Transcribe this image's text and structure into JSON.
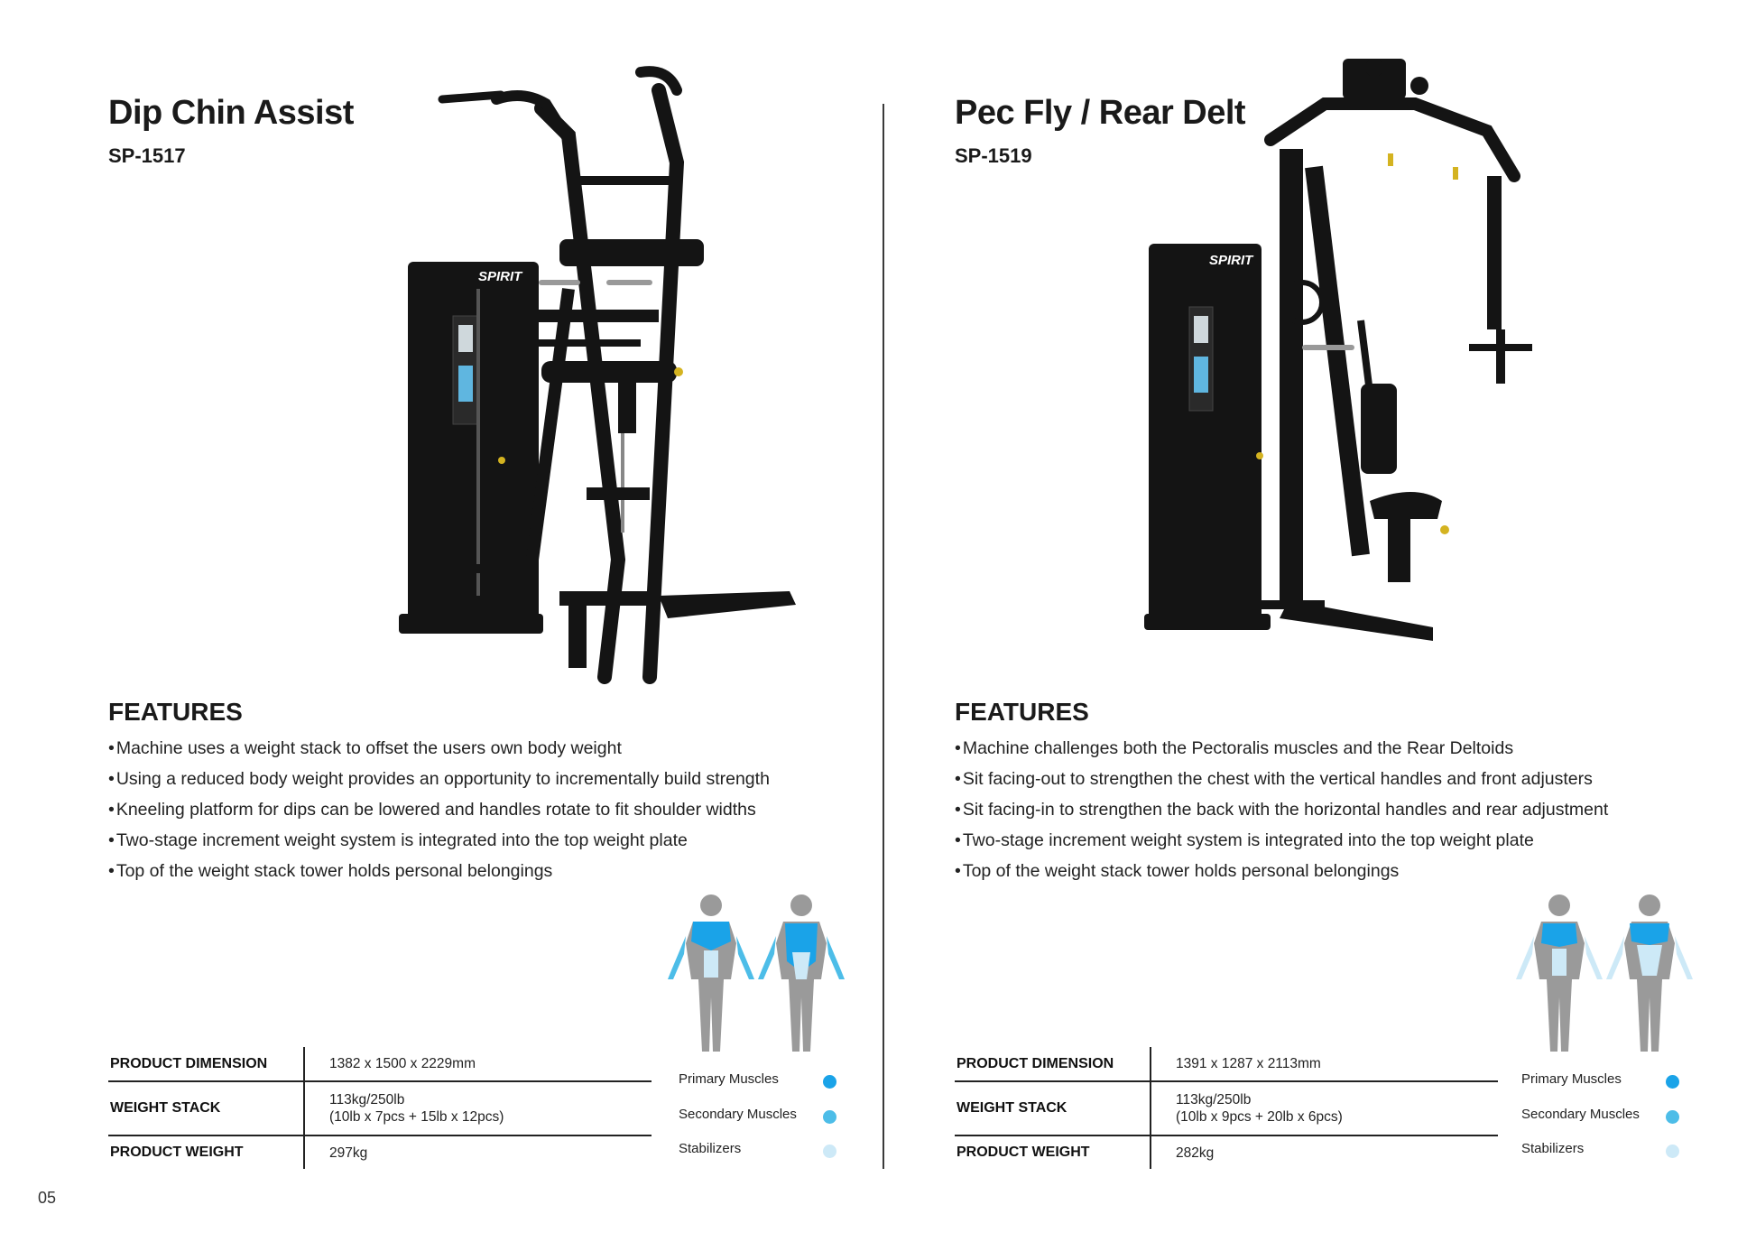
{
  "page_number": "05",
  "colors": {
    "primary": "#1aa3e8",
    "secondary": "#4dbde8",
    "stabilizers": "#cde9f7",
    "machine": "#141414",
    "accent": "#d4b320"
  },
  "products": [
    {
      "title": "Dip Chin Assist",
      "model": "SP-1517",
      "features_heading": "FEATURES",
      "features": [
        "Machine uses a weight stack to offset the users own body weight",
        "Using a reduced body weight provides an opportunity to incrementally build strength",
        "Kneeling platform for dips can be lowered and handles rotate to fit shoulder widths",
        "Two-stage increment weight system is integrated into the top weight plate",
        "Top of the weight stack tower holds personal belongings"
      ],
      "specs": {
        "dimension_label": "PRODUCT DIMENSION",
        "dimension_value": "1382 x 1500 x 2229mm",
        "stack_label": "WEIGHT STACK",
        "stack_value_1": "113kg/250lb",
        "stack_value_2": "(10lb x 7pcs + 15lb x 12pcs)",
        "weight_label": "PRODUCT WEIGHT",
        "weight_value": "297kg"
      },
      "legend": {
        "primary": "Primary Muscles",
        "secondary": "Secondary Muscles",
        "stabilizers": "Stabilizers"
      },
      "brand_label": "SPIRIT"
    },
    {
      "title": "Pec Fly / Rear Delt",
      "model": "SP-1519",
      "features_heading": "FEATURES",
      "features": [
        "Machine challenges both the Pectoralis muscles and the Rear Deltoids",
        "Sit facing-out to strengthen the chest with the vertical handles and front adjusters",
        "Sit facing-in to strengthen the back with the horizontal handles and rear adjustment",
        "Two-stage increment weight system is integrated into the top weight plate",
        "Top of the weight stack tower holds personal belongings"
      ],
      "specs": {
        "dimension_label": "PRODUCT DIMENSION",
        "dimension_value": "1391 x 1287 x 2113mm",
        "stack_label": "WEIGHT STACK",
        "stack_value_1": "113kg/250lb",
        "stack_value_2": "(10lb x 9pcs + 20lb x 6pcs)",
        "weight_label": "PRODUCT WEIGHT",
        "weight_value": "282kg"
      },
      "legend": {
        "primary": "Primary Muscles",
        "secondary": "Secondary Muscles",
        "stabilizers": "Stabilizers"
      },
      "brand_label": "SPIRIT"
    }
  ]
}
